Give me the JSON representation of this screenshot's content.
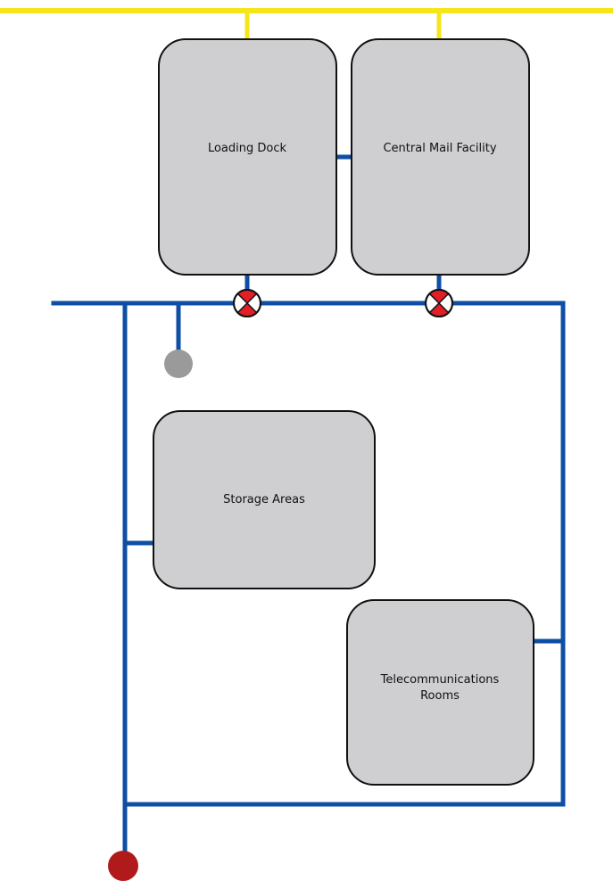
{
  "colors": {
    "yellow_line": "#f7e51c",
    "blue_line": "#0f4fa3",
    "room_fill": "#cfcfd1",
    "room_stroke": "#111111",
    "gray_node": "#9a9a9a",
    "red_node": "#b01a1a",
    "valve_red": "#e01f26",
    "valve_white": "#ffffff"
  },
  "rooms": {
    "loading_dock": "Loading Dock",
    "central_mail": "Central Mail Facility",
    "storage": "Storage Areas",
    "telecom_line1": "Telecommunications",
    "telecom_line2": "Rooms"
  },
  "icons": {
    "valve": "valve-icon",
    "gray_node": "gray-endpoint-icon",
    "red_node": "red-endpoint-icon"
  }
}
